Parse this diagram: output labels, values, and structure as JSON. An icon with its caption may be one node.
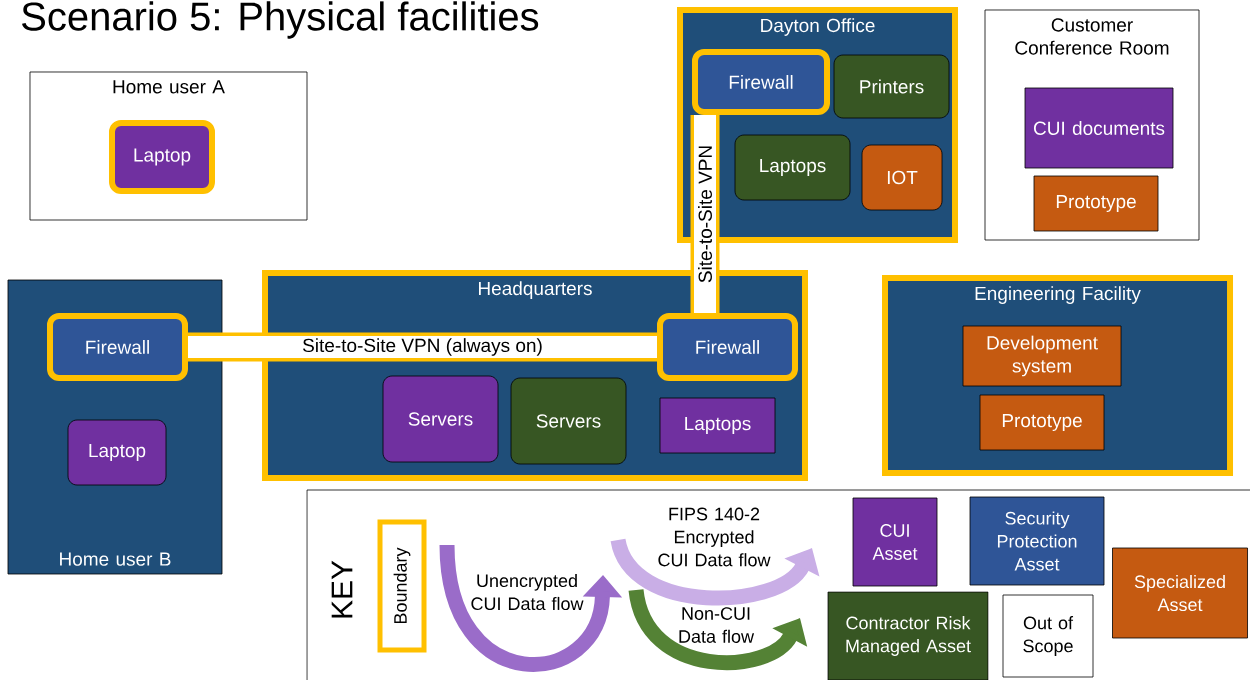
{
  "diagram": {
    "title": "Scenario 5: Physical facilities",
    "nodes": [
      {
        "text": [
          "Home user A"
        ]
      },
      {
        "text": [
          "Laptop"
        ],
        "in": 0
      },
      {
        "text": [
          "Dayton Office"
        ]
      },
      {
        "text": [
          "Firewall"
        ],
        "in": 2
      },
      {
        "text": [
          "Printers"
        ],
        "in": 2
      },
      {
        "text": [
          "Laptops"
        ],
        "in": 2
      },
      {
        "text": [
          "IOT"
        ],
        "in": 2
      },
      {
        "text": [
          "Customer Conference Room"
        ]
      },
      {
        "text": [
          "CUI documents"
        ],
        "in": 7
      },
      {
        "text": [
          "Prototype"
        ],
        "in": 7
      },
      {
        "text": [
          "Home user B"
        ]
      },
      {
        "text": [
          "Firewall"
        ],
        "in": 10
      },
      {
        "text": [
          "Laptop"
        ],
        "in": 10
      },
      {
        "text": [
          "Headquarters"
        ]
      },
      {
        "text": [
          "Firewall"
        ],
        "in": 13
      },
      {
        "text": [
          "Servers"
        ],
        "in": 13
      },
      {
        "text": [
          "Servers"
        ],
        "in": 13
      },
      {
        "text": [
          "Laptops"
        ],
        "in": 13
      },
      {
        "text": [
          "Engineering Facility"
        ]
      },
      {
        "text": [
          "Development system"
        ],
        "in": 18
      },
      {
        "text": [
          "Prototype"
        ],
        "in": 18
      }
    ],
    "edges": [
      {
        "from": 11,
        "to": 14,
        "arrow": "none",
        "label": "Site-to-Site VPN (always on)"
      },
      {
        "from": 3,
        "to": 14,
        "arrow": "none",
        "label": "Site-to-Site VPN"
      }
    ],
    "labels": [
      "KEY"
    ],
    "legend": [
      {
        "text": "Boundary"
      },
      {
        "text": "Unencrypted CUI Data flow"
      },
      {
        "text": "FIPS 140-2 Encrypted CUI Data flow"
      },
      {
        "text": "Non-CUI Data flow"
      },
      {
        "text": "CUI Asset",
        "color": "#7030a0"
      },
      {
        "text": "Security Protection Asset",
        "color": "#2f5597"
      },
      {
        "text": "Specialized Asset",
        "color": "#c55a11"
      },
      {
        "text": "Contractor Risk Managed Asset",
        "color": "#375623"
      },
      {
        "text": "Out of Scope"
      }
    ]
  }
}
